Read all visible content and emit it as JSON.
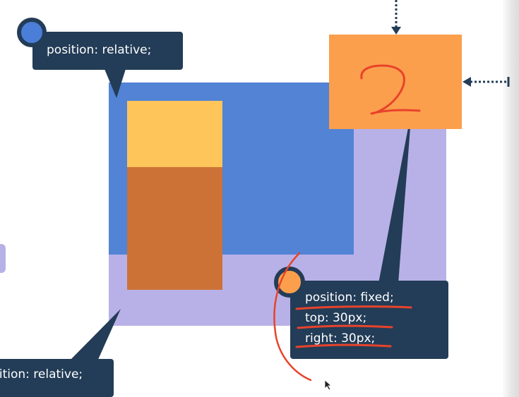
{
  "labels": {
    "top_tooltip": "position: relative;",
    "bottom_tooltip": "sition: relative;",
    "fixed_lines": [
      "position: fixed;",
      "top: 30px;",
      "right: 30px;"
    ]
  },
  "box_number": "2",
  "colors": {
    "tooltip": "#233c57",
    "lavender": "#b8b1e7",
    "blue": "#5283d5",
    "yellow": "#fec55a",
    "brown": "#cc7237",
    "orange": "#fb9f4d",
    "annotation_red": "#e8432b"
  }
}
